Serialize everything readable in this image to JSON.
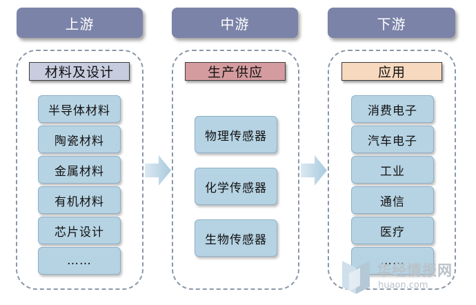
{
  "stages": [
    {
      "header": "上游",
      "category": "材料及设计",
      "items": [
        "半导体材料",
        "陶瓷材料",
        "金属材料",
        "有机材料",
        "芯片设计",
        "……"
      ]
    },
    {
      "header": "中游",
      "category": "生产供应",
      "items": [
        "物理传感器",
        "化学传感器",
        "生物传感器"
      ]
    },
    {
      "header": "下游",
      "category": "应用",
      "items": [
        "消费电子",
        "汽车电子",
        "工业",
        "通信",
        "医疗",
        "……"
      ]
    }
  ],
  "watermark": {
    "name": "华经情报网",
    "url": "huaon.com"
  },
  "colors": {
    "header": "#7b83a8",
    "item": "#b6d3e3",
    "upstream_category": "#c7ccdf",
    "midstream_category": "#d59c9f",
    "downstream_category": "#f7d9bf",
    "arrow": "#bcd6e6"
  }
}
